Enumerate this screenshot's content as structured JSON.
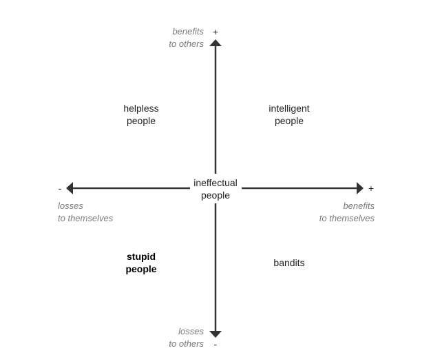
{
  "axes": {
    "top": {
      "line1": "benefits",
      "line2": "to others",
      "sign": "+"
    },
    "bottom": {
      "line1": "losses",
      "line2": "to others",
      "sign": "-"
    },
    "left": {
      "line1": "losses",
      "line2": "to themselves",
      "sign": "-"
    },
    "right": {
      "line1": "benefits",
      "line2": "to themselves",
      "sign": "+"
    }
  },
  "quadrants": {
    "top_left": {
      "line1": "helpless",
      "line2": "people"
    },
    "top_right": {
      "line1": "intelligent",
      "line2": "people"
    },
    "center": {
      "line1": "ineffectual",
      "line2": "people"
    },
    "bottom_left": {
      "line1": "stupid",
      "line2": "people"
    },
    "bottom_right": {
      "line1": "bandits"
    }
  },
  "colors": {
    "axis": "#333333",
    "axis_label": "#7a7a7a",
    "text": "#222222"
  }
}
